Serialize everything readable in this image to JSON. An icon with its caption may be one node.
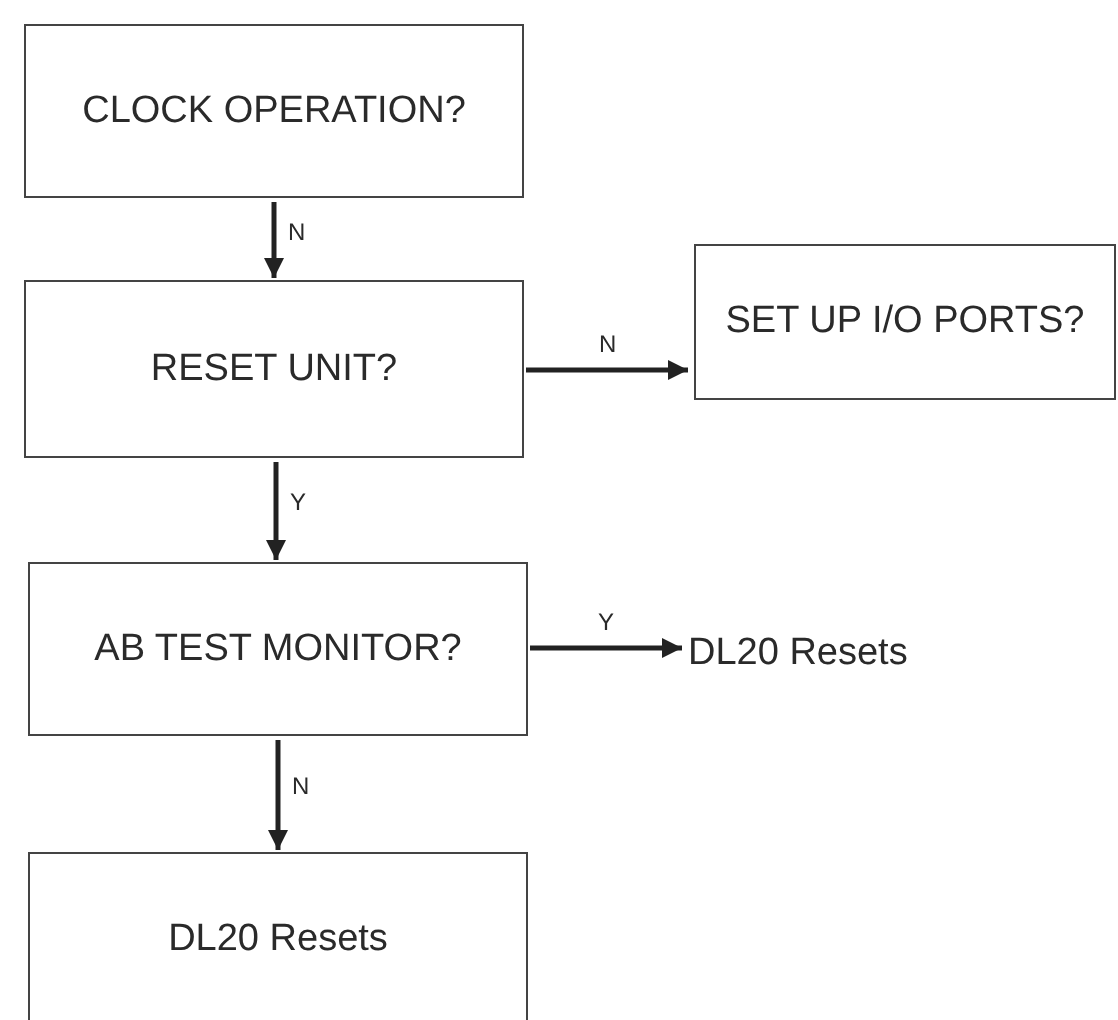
{
  "diagram": {
    "nodes": [
      {
        "text": [
          "CLOCK OPERATION?"
        ]
      },
      {
        "text": [
          "RESET UNIT?"
        ]
      },
      {
        "text": [
          "SET UP I/O PORTS?"
        ]
      },
      {
        "text": [
          "AB TEST MONITOR?"
        ]
      },
      {
        "text": [
          "DL20 Resets"
        ]
      },
      {
        "text": [
          "DL20 Resets"
        ]
      }
    ],
    "edges": [
      {
        "from": 0,
        "to": 1,
        "arrow": "to",
        "label": "N"
      },
      {
        "from": 1,
        "to": 2,
        "arrow": "to",
        "label": "N"
      },
      {
        "from": 1,
        "to": 3,
        "arrow": "to",
        "label": "Y"
      },
      {
        "from": 3,
        "to": 4,
        "arrow": "to",
        "label": "Y"
      },
      {
        "from": 3,
        "to": 5,
        "arrow": "to",
        "label": "N"
      }
    ]
  }
}
